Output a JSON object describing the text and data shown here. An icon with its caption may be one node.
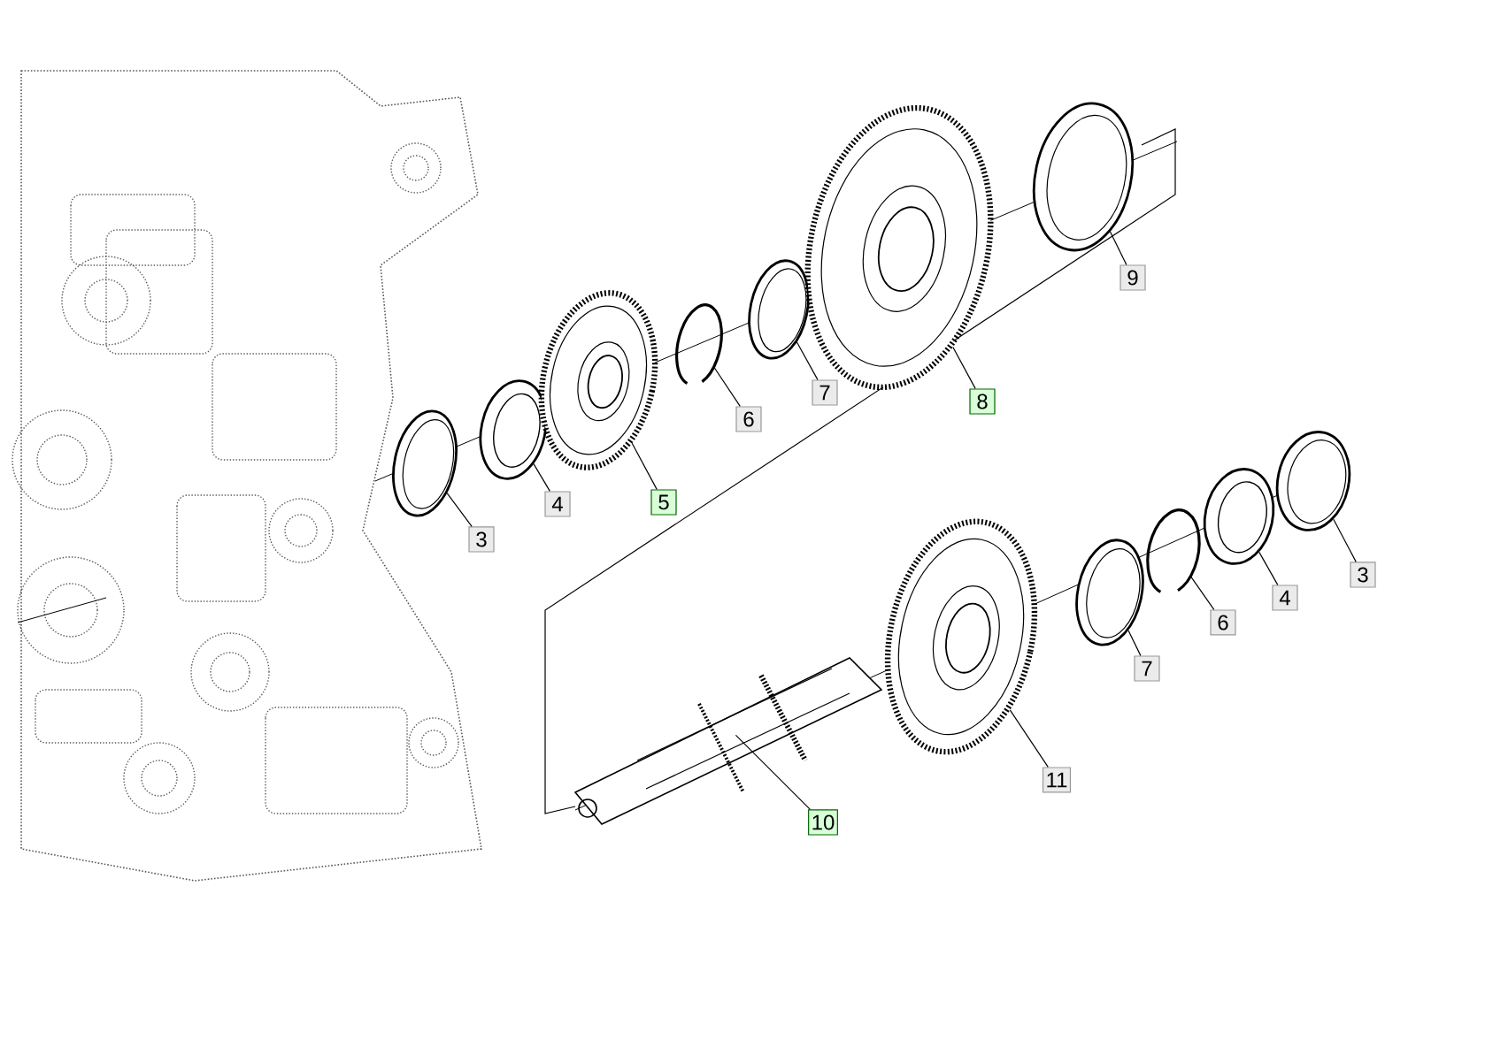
{
  "diagram": {
    "nodes": [
      {
        "text": [],
        "shape": "ring"
      },
      {
        "text": [],
        "shape": "bearing"
      },
      {
        "text": [],
        "shape": "gear"
      },
      {
        "text": [],
        "shape": "snap-ring"
      },
      {
        "text": [],
        "shape": "ring"
      },
      {
        "text": [],
        "shape": "gear"
      },
      {
        "text": [],
        "shape": "ring"
      },
      {
        "text": [],
        "shape": "shaft"
      },
      {
        "text": [],
        "shape": "gear"
      },
      {
        "text": [],
        "shape": "ring"
      },
      {
        "text": [],
        "shape": "snap-ring"
      },
      {
        "text": [],
        "shape": "bearing"
      },
      {
        "text": [],
        "shape": "ring"
      },
      {
        "text": [
          "3"
        ]
      },
      {
        "text": [
          "4"
        ]
      },
      {
        "text": [
          "5"
        ]
      },
      {
        "text": [
          "6"
        ]
      },
      {
        "text": [
          "7"
        ]
      },
      {
        "text": [
          "8"
        ]
      },
      {
        "text": [
          "9"
        ]
      },
      {
        "text": [
          "10"
        ]
      },
      {
        "text": [
          "11"
        ]
      },
      {
        "text": [
          "7"
        ]
      },
      {
        "text": [
          "6"
        ]
      },
      {
        "text": [
          "4"
        ]
      },
      {
        "text": [
          "3"
        ]
      }
    ],
    "edges": [
      {
        "from": 13,
        "to": 0,
        "arrow": "none"
      },
      {
        "from": 14,
        "to": 1,
        "arrow": "none"
      },
      {
        "from": 15,
        "to": 2,
        "arrow": "none"
      },
      {
        "from": 16,
        "to": 3,
        "arrow": "none"
      },
      {
        "from": 17,
        "to": 4,
        "arrow": "none"
      },
      {
        "from": 18,
        "to": 5,
        "arrow": "none"
      },
      {
        "from": 19,
        "to": 6,
        "arrow": "none"
      },
      {
        "from": 20,
        "to": 7,
        "arrow": "none"
      },
      {
        "from": 21,
        "to": 8,
        "arrow": "none"
      },
      {
        "from": 22,
        "to": 9,
        "arrow": "none"
      },
      {
        "from": 23,
        "to": 10,
        "arrow": "none"
      },
      {
        "from": 24,
        "to": 11,
        "arrow": "none"
      },
      {
        "from": 25,
        "to": 12,
        "arrow": "none"
      }
    ]
  }
}
